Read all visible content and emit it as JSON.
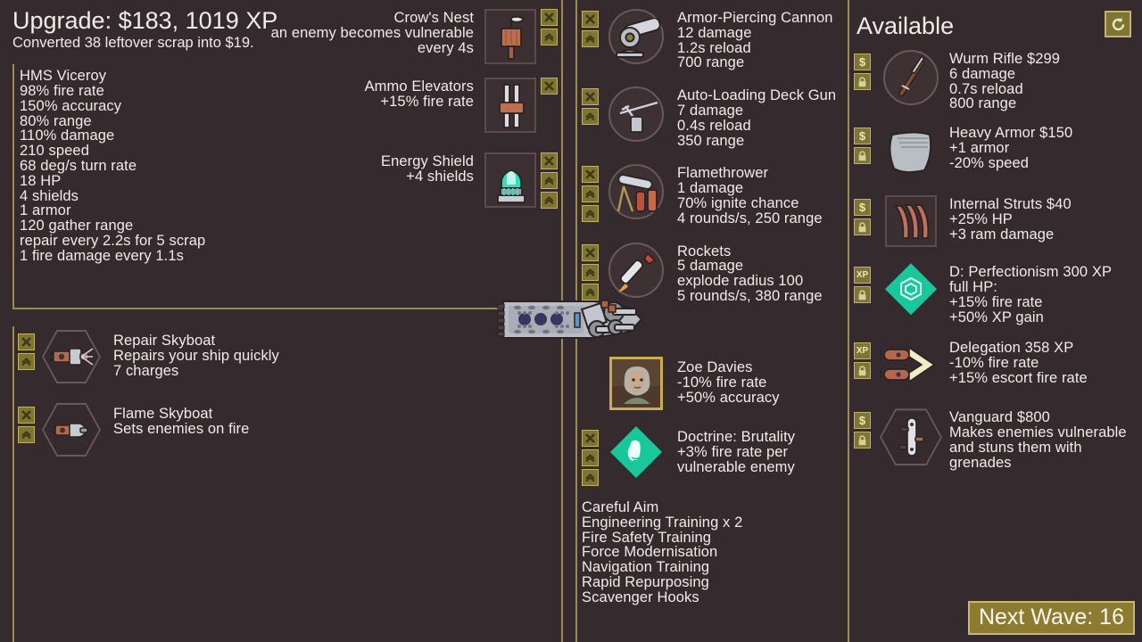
{
  "header": {
    "upgrade_title": "Upgrade: $183, 1019 XP",
    "upgrade_subtitle": "Converted 38 leftover scrap into $19."
  },
  "ship_stats": {
    "name": "HMS Viceroy",
    "lines": [
      "98% fire rate",
      "150% accuracy",
      "80% range",
      "110% damage",
      "210 speed",
      "68 deg/s turn rate",
      "18 HP",
      "4 shields",
      "1 armor",
      "120 gather range",
      "repair every 2.2s for 5 scrap",
      "1 fire damage every 1.1s"
    ]
  },
  "skyboats": [
    {
      "name": "Repair Skyboat",
      "lines": [
        "Repairs your ship quickly",
        "7 charges"
      ],
      "icon": "repair-skyboat-icon",
      "buttons": [
        "sell",
        "upgrade"
      ]
    },
    {
      "name": "Flame Skyboat",
      "lines": [
        "Sets enemies on fire"
      ],
      "icon": "flame-skyboat-icon",
      "buttons": [
        "sell",
        "upgrade"
      ]
    }
  ],
  "modules": [
    {
      "name": "Crow's Nest",
      "lines": [
        "an enemy becomes vulnerable",
        "every 4s"
      ],
      "icon": "crows-nest-icon",
      "buttons": [
        "sell",
        "upgrade"
      ]
    },
    {
      "name": "Ammo Elevators",
      "lines": [
        "+15% fire rate"
      ],
      "icon": "ammo-elevators-icon",
      "buttons": [
        "sell"
      ]
    },
    {
      "name": "Energy Shield",
      "lines": [
        "+4 shields"
      ],
      "icon": "energy-shield-icon",
      "buttons": [
        "sell",
        "upgrade",
        "upgrade"
      ]
    }
  ],
  "weapons": [
    {
      "name": "Armor-Piercing Cannon",
      "lines": [
        "12 damage",
        "1.2s reload",
        "700 range"
      ],
      "icon": "cannon-icon",
      "buttons": [
        "sell",
        "upgrade"
      ]
    },
    {
      "name": "Auto-Loading Deck Gun",
      "lines": [
        "7 damage",
        "0.4s reload",
        "350 range"
      ],
      "icon": "deck-gun-icon",
      "buttons": [
        "sell",
        "upgrade"
      ]
    },
    {
      "name": "Flamethrower",
      "lines": [
        "1 damage",
        "70% ignite chance",
        "4 rounds/s, 250 range"
      ],
      "icon": "flamethrower-icon",
      "buttons": [
        "sell",
        "upgrade",
        "upgrade"
      ]
    },
    {
      "name": "Rockets",
      "lines": [
        "5 damage",
        "explode radius 100",
        "5 rounds/s, 380 range"
      ],
      "icon": "rockets-icon",
      "buttons": [
        "sell",
        "upgrade",
        "upgrade"
      ]
    }
  ],
  "crew": [
    {
      "name": "Zoe Davies",
      "lines": [
        "-10% fire rate",
        "+50% accuracy"
      ],
      "icon": "crew-portrait",
      "buttons": []
    },
    {
      "name": "Doctrine: Brutality",
      "lines": [
        "+3% fire rate per",
        "vulnerable enemy"
      ],
      "icon": "doctrine-brutality-icon",
      "buttons": [
        "sell",
        "upgrade",
        "upgrade"
      ]
    }
  ],
  "trainings": [
    "Careful Aim",
    "Engineering Training x 2",
    "Fire Safety Training",
    "Force Modernisation",
    "Navigation Training",
    "Rapid Repurposing",
    "Scavenger Hooks"
  ],
  "available": {
    "title": "Available",
    "refresh_icon": "refresh-icon",
    "items": [
      {
        "name": "Wurm Rifle $299",
        "lines": [
          "6 damage",
          "0.7s reload",
          "800 range"
        ],
        "icon": "wurm-rifle-icon",
        "currency": "$",
        "lock": "lock-icon"
      },
      {
        "name": "Heavy Armor $150",
        "lines": [
          "+1 armor",
          "-20% speed"
        ],
        "icon": "heavy-armor-icon",
        "currency": "$",
        "lock": "lock-icon"
      },
      {
        "name": "Internal Struts $40",
        "lines": [
          "+25% HP",
          "+3 ram damage"
        ],
        "icon": "internal-struts-icon",
        "currency": "$",
        "lock": "lock-icon"
      },
      {
        "name": "D: Perfectionism 300 XP",
        "lines": [
          "full HP:",
          "+15% fire rate",
          "+50% XP gain"
        ],
        "icon": "perfectionism-icon",
        "currency": "XP",
        "lock": "lock-icon"
      },
      {
        "name": "Delegation 358 XP",
        "lines": [
          "-10% fire rate",
          "+15% escort fire rate"
        ],
        "icon": "delegation-icon",
        "currency": "XP",
        "lock": "lock-icon"
      },
      {
        "name": "Vanguard $800",
        "lines": [
          "Makes enemies vulnerable",
          "and stuns them with",
          "grenades"
        ],
        "icon": "vanguard-icon",
        "currency": "$",
        "lock": "lock-icon"
      }
    ]
  },
  "footer": {
    "next_wave": "Next Wave: 16"
  },
  "colors": {
    "background": "#352a2d",
    "accent_gold": "#9c8a4e",
    "badge": "#7e7434",
    "badge_border": "#bfb06a",
    "teal": "#18c79a",
    "next_wave_bg": "#8c7c32",
    "text": "#f0ece8"
  }
}
